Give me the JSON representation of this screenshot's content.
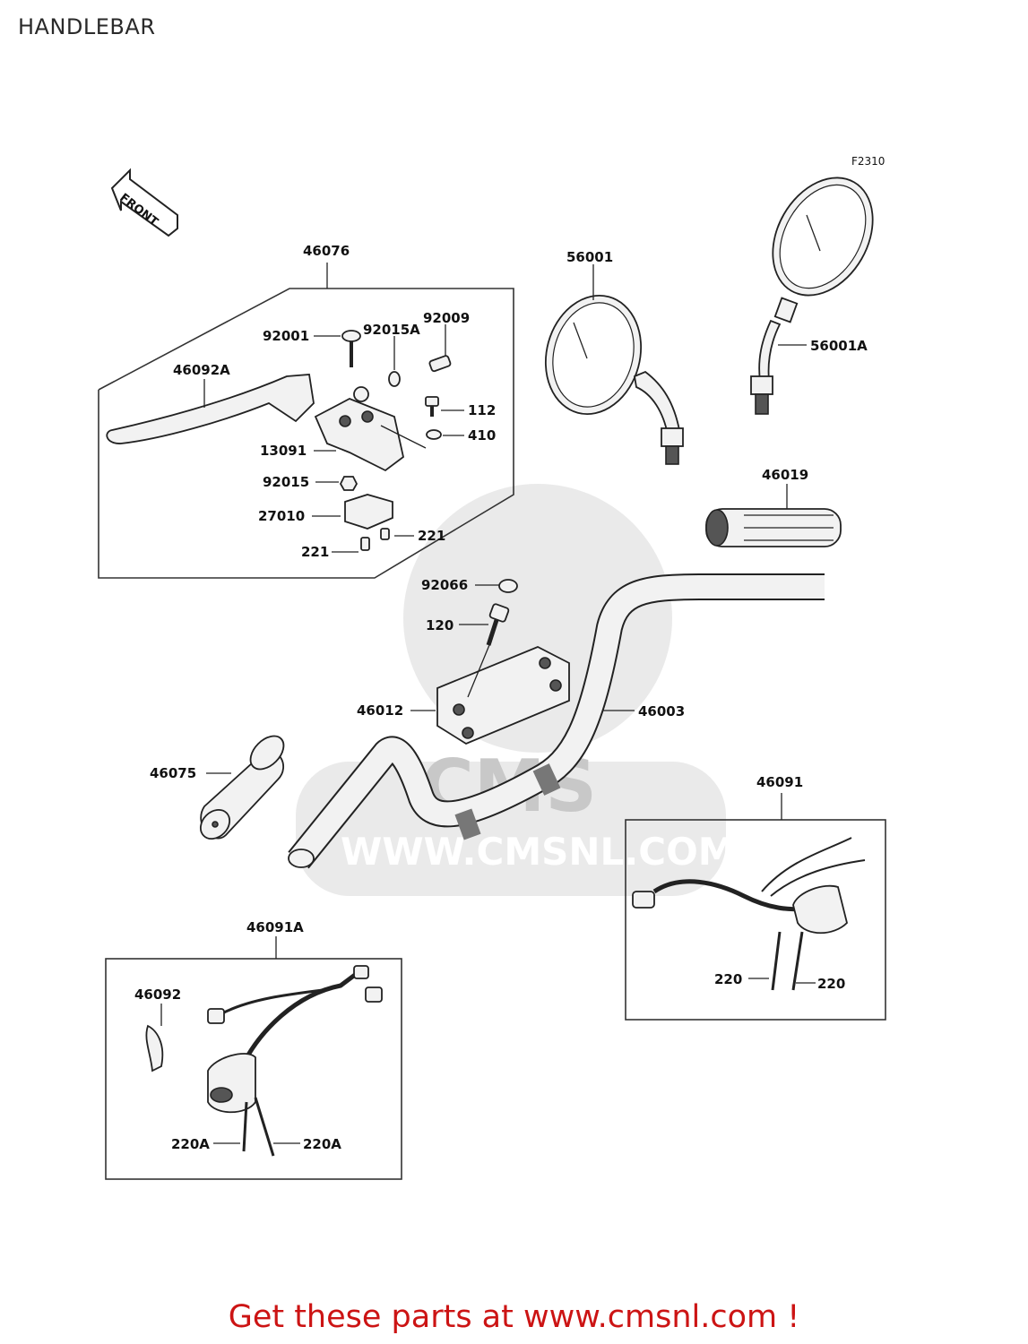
{
  "page": {
    "title": "HANDLEBAR",
    "figure_code": "F2310",
    "footer": "Get these parts at www.cmsnl.com !",
    "watermark_url": "WWW.CMSNL.COM",
    "watermark_logo": "CMS",
    "front_arrow_label": "FRONT"
  },
  "colors": {
    "footer_red": "#cc1414",
    "watermark_gray": "#d9d9d9",
    "line": "#222222"
  },
  "labels": {
    "p46076": "46076",
    "p92001": "92001",
    "p92015A": "92015A",
    "p92009": "92009",
    "p46092A": "46092A",
    "p112": "112",
    "p410": "410",
    "p13091": "13091",
    "p92015": "92015",
    "p27010": "27010",
    "p221a": "221",
    "p221b": "221",
    "p56001": "56001",
    "p56001A": "56001A",
    "p46019": "46019",
    "p92066": "92066",
    "p120": "120",
    "p46012": "46012",
    "p46003": "46003",
    "p46075": "46075",
    "p46091": "46091",
    "p220a": "220",
    "p220b": "220",
    "p46091A": "46091A",
    "p46092": "46092",
    "p220Aa": "220A",
    "p220Ab": "220A"
  }
}
